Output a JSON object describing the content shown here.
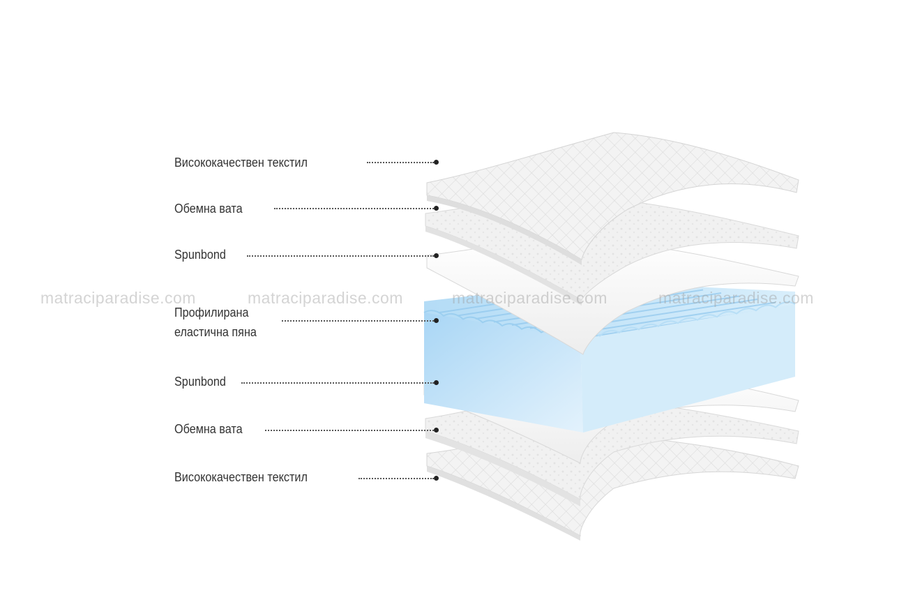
{
  "layers": [
    {
      "label": "Висококачествен текстил",
      "type": "textile",
      "color": "#f2f2f2"
    },
    {
      "label": "Обемна вата",
      "type": "wadding",
      "color": "#eeeeee"
    },
    {
      "label": "Spunbond",
      "type": "spunbond",
      "color": "#fbfbfb"
    },
    {
      "label_lines": [
        "Профилирана",
        "еластична пяна"
      ],
      "type": "foam",
      "color": "#b6dcf4"
    },
    {
      "label": "Spunbond",
      "type": "spunbond",
      "color": "#fbfbfb"
    },
    {
      "label": "Обемна вата",
      "type": "wadding",
      "color": "#eeeeee"
    },
    {
      "label": "Висококачествен текстил",
      "type": "textile",
      "color": "#f2f2f2"
    }
  ],
  "watermark": {
    "texts": [
      "matraciparadise.com",
      "matraciparadise.com",
      "matraciparadise.com",
      "matraciparadise.com"
    ]
  },
  "colors": {
    "leader": "#555555",
    "bullet": "#222222",
    "text": "#333333",
    "foam_front": "#c9e6f9",
    "foam_shadow": "#8fc6ec"
  }
}
